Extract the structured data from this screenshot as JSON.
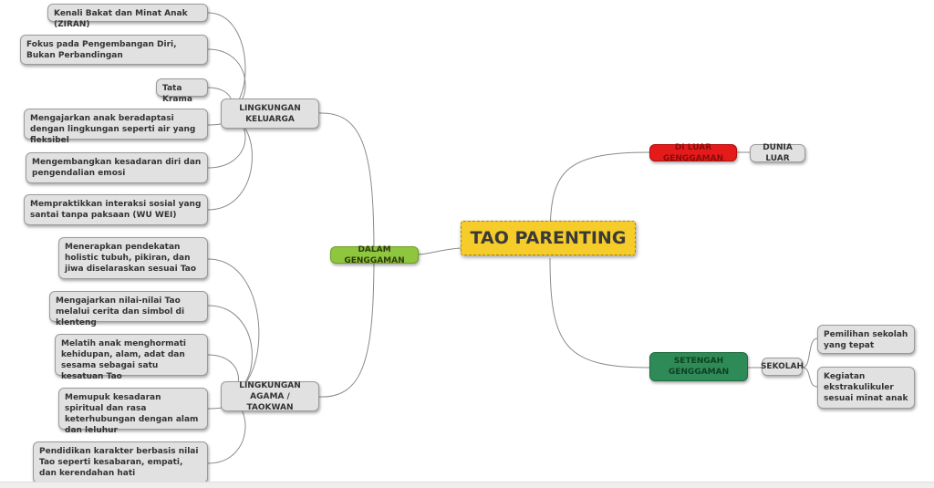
{
  "root": {
    "label": "TAO PARENTING"
  },
  "dalam": {
    "label": "DALAM GENGGAMAN",
    "keluarga": {
      "label": "LINGKUNGAN KELUARGA",
      "items": [
        "Kenali Bakat dan Minat Anak (ZIRAN)",
        "Fokus pada Pengembangan Diri, Bukan Perbandingan",
        "Tata Krama",
        "Mengajarkan anak beradaptasi dengan lingkungan seperti air yang fleksibel",
        "Mengembangkan kesadaran diri dan pengendalian emosi",
        "Mempraktikkan interaksi sosial yang santai tanpa paksaan (WU WEI)"
      ]
    },
    "agama": {
      "label": "LINGKUNGAN AGAMA / TAOKWAN",
      "items": [
        "Menerapkan pendekatan holistic tubuh, pikiran, dan jiwa diselaraskan sesuai Tao",
        "Mengajarkan nilai-nilai Tao melalui cerita dan simbol di klenteng",
        "Melatih anak menghormati kehidupan, alam, adat dan sesama sebagai satu kesatuan Tao",
        "Memupuk kesadaran spiritual dan rasa keterhubungan dengan alam dan leluhur",
        "Pendidikan karakter berbasis nilai Tao seperti kesabaran, empati, dan kerendahan hati"
      ]
    }
  },
  "luar": {
    "label": "DI LUAR GENGGAMAN",
    "child": "DUNIA LUAR"
  },
  "setengah": {
    "label": "SETENGAH GENGGAMAN",
    "sekolah": {
      "label": "SEKOLAH",
      "items": [
        "Pemilihan sekolah yang tepat",
        "Kegiatan ekstrakulikuler sesuai minat anak"
      ]
    }
  },
  "colors": {
    "root": "#f5cc2a",
    "dalam": "#8fc63f",
    "luar": "#e51b1b",
    "setengah": "#2e8b57",
    "node": "#e1e1e1"
  }
}
